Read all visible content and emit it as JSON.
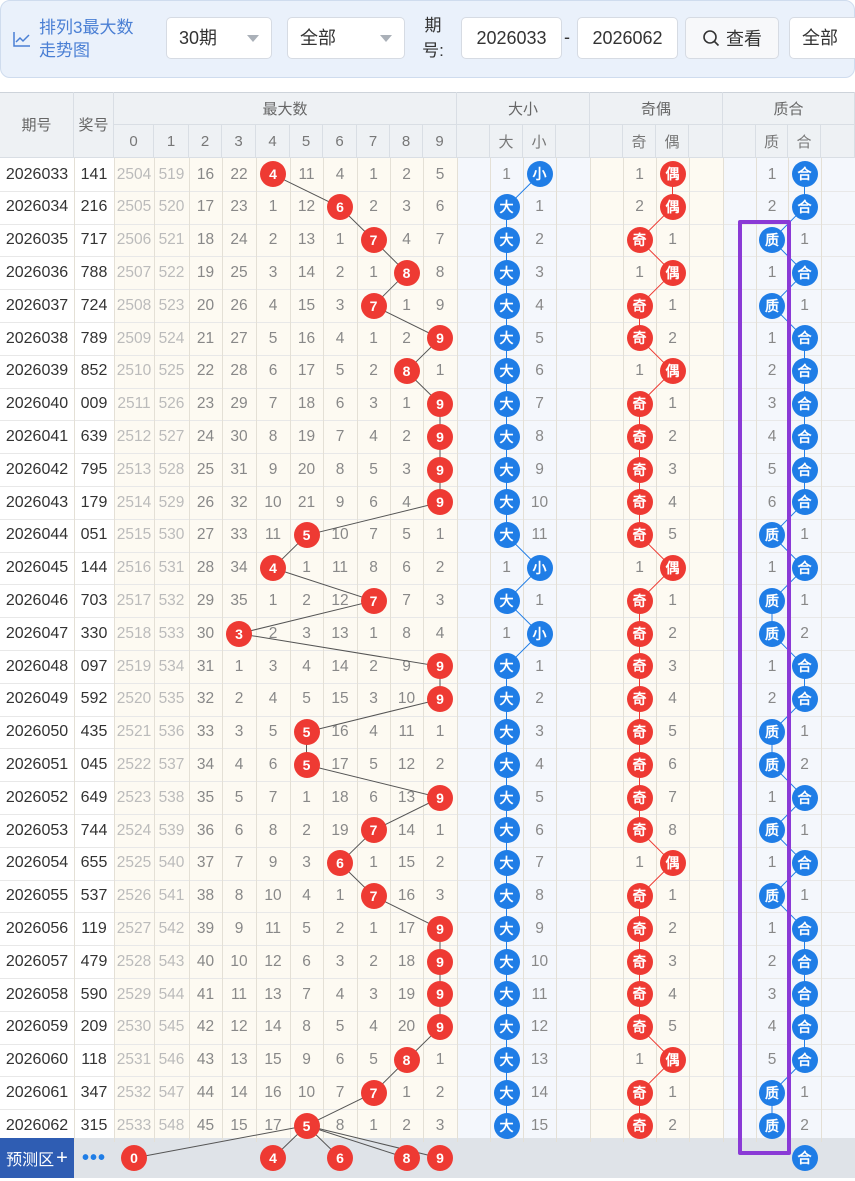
{
  "toolbar": {
    "title": "排列3最大数走势图",
    "period_select": "30期",
    "type_select": "全部",
    "issue_label": "期号:",
    "issue_from": "2026033",
    "issue_to": "2026062",
    "dash": "-",
    "view_button": "查看",
    "filter_select": "全部"
  },
  "headers": {
    "issue": "期号",
    "award": "奖号",
    "max_group": "最大数",
    "size_group": "大小",
    "parity_group": "奇偶",
    "prime_group": "质合",
    "digits": [
      "0",
      "1",
      "2",
      "3",
      "4",
      "5",
      "6",
      "7",
      "8",
      "9"
    ],
    "size": [
      "大",
      "小"
    ],
    "parity": [
      "奇",
      "偶"
    ],
    "prime": [
      "质",
      "合"
    ]
  },
  "rows": [
    {
      "issue": "2026033",
      "award": "141",
      "d": [
        2504,
        519,
        16,
        22,
        "4",
        11,
        4,
        1,
        2,
        5
      ],
      "s": [
        1,
        "小"
      ],
      "p": [
        1,
        "偶"
      ],
      "q": [
        1,
        "合"
      ]
    },
    {
      "issue": "2026034",
      "award": "216",
      "d": [
        2505,
        520,
        17,
        23,
        1,
        12,
        "6",
        2,
        3,
        6
      ],
      "s": [
        "大",
        1
      ],
      "p": [
        2,
        "偶"
      ],
      "q": [
        2,
        "合"
      ]
    },
    {
      "issue": "2026035",
      "award": "717",
      "d": [
        2506,
        521,
        18,
        24,
        2,
        13,
        1,
        "7",
        4,
        7
      ],
      "s": [
        "大",
        2
      ],
      "p": [
        "奇",
        1
      ],
      "q": [
        "质",
        1
      ]
    },
    {
      "issue": "2026036",
      "award": "788",
      "d": [
        2507,
        522,
        19,
        25,
        3,
        14,
        2,
        1,
        "8",
        8
      ],
      "s": [
        "大",
        3
      ],
      "p": [
        1,
        "偶"
      ],
      "q": [
        1,
        "合"
      ]
    },
    {
      "issue": "2026037",
      "award": "724",
      "d": [
        2508,
        523,
        20,
        26,
        4,
        15,
        3,
        "7",
        1,
        9
      ],
      "s": [
        "大",
        4
      ],
      "p": [
        "奇",
        1
      ],
      "q": [
        "质",
        1
      ]
    },
    {
      "issue": "2026038",
      "award": "789",
      "d": [
        2509,
        524,
        21,
        27,
        5,
        16,
        4,
        1,
        2,
        "9"
      ],
      "s": [
        "大",
        5
      ],
      "p": [
        "奇",
        2
      ],
      "q": [
        1,
        "合"
      ]
    },
    {
      "issue": "2026039",
      "award": "852",
      "d": [
        2510,
        525,
        22,
        28,
        6,
        17,
        5,
        2,
        "8",
        1
      ],
      "s": [
        "大",
        6
      ],
      "p": [
        1,
        "偶"
      ],
      "q": [
        2,
        "合"
      ]
    },
    {
      "issue": "2026040",
      "award": "009",
      "d": [
        2511,
        526,
        23,
        29,
        7,
        18,
        6,
        3,
        1,
        "9"
      ],
      "s": [
        "大",
        7
      ],
      "p": [
        "奇",
        1
      ],
      "q": [
        3,
        "合"
      ]
    },
    {
      "issue": "2026041",
      "award": "639",
      "d": [
        2512,
        527,
        24,
        30,
        8,
        19,
        7,
        4,
        2,
        "9"
      ],
      "s": [
        "大",
        8
      ],
      "p": [
        "奇",
        2
      ],
      "q": [
        4,
        "合"
      ]
    },
    {
      "issue": "2026042",
      "award": "795",
      "d": [
        2513,
        528,
        25,
        31,
        9,
        20,
        8,
        5,
        3,
        "9"
      ],
      "s": [
        "大",
        9
      ],
      "p": [
        "奇",
        3
      ],
      "q": [
        5,
        "合"
      ]
    },
    {
      "issue": "2026043",
      "award": "179",
      "d": [
        2514,
        529,
        26,
        32,
        10,
        21,
        9,
        6,
        4,
        "9"
      ],
      "s": [
        "大",
        10
      ],
      "p": [
        "奇",
        4
      ],
      "q": [
        6,
        "合"
      ]
    },
    {
      "issue": "2026044",
      "award": "051",
      "d": [
        2515,
        530,
        27,
        33,
        11,
        "5",
        10,
        7,
        5,
        1
      ],
      "s": [
        "大",
        11
      ],
      "p": [
        "奇",
        5
      ],
      "q": [
        "质",
        1
      ]
    },
    {
      "issue": "2026045",
      "award": "144",
      "d": [
        2516,
        531,
        28,
        34,
        "4",
        1,
        11,
        8,
        6,
        2
      ],
      "s": [
        1,
        "小"
      ],
      "p": [
        1,
        "偶"
      ],
      "q": [
        1,
        "合"
      ]
    },
    {
      "issue": "2026046",
      "award": "703",
      "d": [
        2517,
        532,
        29,
        35,
        1,
        2,
        12,
        "7",
        7,
        3
      ],
      "s": [
        "大",
        1
      ],
      "p": [
        "奇",
        1
      ],
      "q": [
        "质",
        1
      ]
    },
    {
      "issue": "2026047",
      "award": "330",
      "d": [
        2518,
        533,
        30,
        "3",
        2,
        3,
        13,
        1,
        8,
        4
      ],
      "s": [
        1,
        "小"
      ],
      "p": [
        "奇",
        2
      ],
      "q": [
        "质",
        2
      ]
    },
    {
      "issue": "2026048",
      "award": "097",
      "d": [
        2519,
        534,
        31,
        1,
        3,
        4,
        14,
        2,
        9,
        "9"
      ],
      "s": [
        "大",
        1
      ],
      "p": [
        "奇",
        3
      ],
      "q": [
        1,
        "合"
      ]
    },
    {
      "issue": "2026049",
      "award": "592",
      "d": [
        2520,
        535,
        32,
        2,
        4,
        5,
        15,
        3,
        10,
        "9"
      ],
      "s": [
        "大",
        2
      ],
      "p": [
        "奇",
        4
      ],
      "q": [
        2,
        "合"
      ]
    },
    {
      "issue": "2026050",
      "award": "435",
      "d": [
        2521,
        536,
        33,
        3,
        5,
        "5",
        16,
        4,
        11,
        1
      ],
      "s": [
        "大",
        3
      ],
      "p": [
        "奇",
        5
      ],
      "q": [
        "质",
        1
      ]
    },
    {
      "issue": "2026051",
      "award": "045",
      "d": [
        2522,
        537,
        34,
        4,
        6,
        "5",
        17,
        5,
        12,
        2
      ],
      "s": [
        "大",
        4
      ],
      "p": [
        "奇",
        6
      ],
      "q": [
        "质",
        2
      ]
    },
    {
      "issue": "2026052",
      "award": "649",
      "d": [
        2523,
        538,
        35,
        5,
        7,
        1,
        18,
        6,
        13,
        "9"
      ],
      "s": [
        "大",
        5
      ],
      "p": [
        "奇",
        7
      ],
      "q": [
        1,
        "合"
      ]
    },
    {
      "issue": "2026053",
      "award": "744",
      "d": [
        2524,
        539,
        36,
        6,
        8,
        2,
        19,
        "7",
        14,
        1
      ],
      "s": [
        "大",
        6
      ],
      "p": [
        "奇",
        8
      ],
      "q": [
        "质",
        1
      ]
    },
    {
      "issue": "2026054",
      "award": "655",
      "d": [
        2525,
        540,
        37,
        7,
        9,
        3,
        "6",
        1,
        15,
        2
      ],
      "s": [
        "大",
        7
      ],
      "p": [
        1,
        "偶"
      ],
      "q": [
        1,
        "合"
      ]
    },
    {
      "issue": "2026055",
      "award": "537",
      "d": [
        2526,
        541,
        38,
        8,
        10,
        4,
        1,
        "7",
        16,
        3
      ],
      "s": [
        "大",
        8
      ],
      "p": [
        "奇",
        1
      ],
      "q": [
        "质",
        1
      ]
    },
    {
      "issue": "2026056",
      "award": "119",
      "d": [
        2527,
        542,
        39,
        9,
        11,
        5,
        2,
        1,
        17,
        "9"
      ],
      "s": [
        "大",
        9
      ],
      "p": [
        "奇",
        2
      ],
      "q": [
        1,
        "合"
      ]
    },
    {
      "issue": "2026057",
      "award": "479",
      "d": [
        2528,
        543,
        40,
        10,
        12,
        6,
        3,
        2,
        18,
        "9"
      ],
      "s": [
        "大",
        10
      ],
      "p": [
        "奇",
        3
      ],
      "q": [
        2,
        "合"
      ]
    },
    {
      "issue": "2026058",
      "award": "590",
      "d": [
        2529,
        544,
        41,
        11,
        13,
        7,
        4,
        3,
        19,
        "9"
      ],
      "s": [
        "大",
        11
      ],
      "p": [
        "奇",
        4
      ],
      "q": [
        3,
        "合"
      ]
    },
    {
      "issue": "2026059",
      "award": "209",
      "d": [
        2530,
        545,
        42,
        12,
        14,
        8,
        5,
        4,
        20,
        "9"
      ],
      "s": [
        "大",
        12
      ],
      "p": [
        "奇",
        5
      ],
      "q": [
        4,
        "合"
      ]
    },
    {
      "issue": "2026060",
      "award": "118",
      "d": [
        2531,
        546,
        43,
        13,
        15,
        9,
        6,
        5,
        "8",
        1
      ],
      "s": [
        "大",
        13
      ],
      "p": [
        1,
        "偶"
      ],
      "q": [
        5,
        "合"
      ]
    },
    {
      "issue": "2026061",
      "award": "347",
      "d": [
        2532,
        547,
        44,
        14,
        16,
        10,
        7,
        "7",
        1,
        2
      ],
      "s": [
        "大",
        14
      ],
      "p": [
        "奇",
        1
      ],
      "q": [
        "质",
        1
      ]
    },
    {
      "issue": "2026062",
      "award": "315",
      "d": [
        2533,
        548,
        45,
        15,
        17,
        "5",
        8,
        1,
        2,
        3
      ],
      "s": [
        "大",
        15
      ],
      "p": [
        "奇",
        2
      ],
      "q": [
        "质",
        2
      ]
    }
  ],
  "prediction": {
    "label": "预测区",
    "plus": "+",
    "dots": "•••",
    "digit_balls": [
      "0",
      "4",
      "6",
      "8",
      "9"
    ],
    "prime_ball": "合"
  },
  "colors": {
    "red": "#ee3a33",
    "blue": "#1f7de6",
    "highlight": "#8a3ad6"
  }
}
